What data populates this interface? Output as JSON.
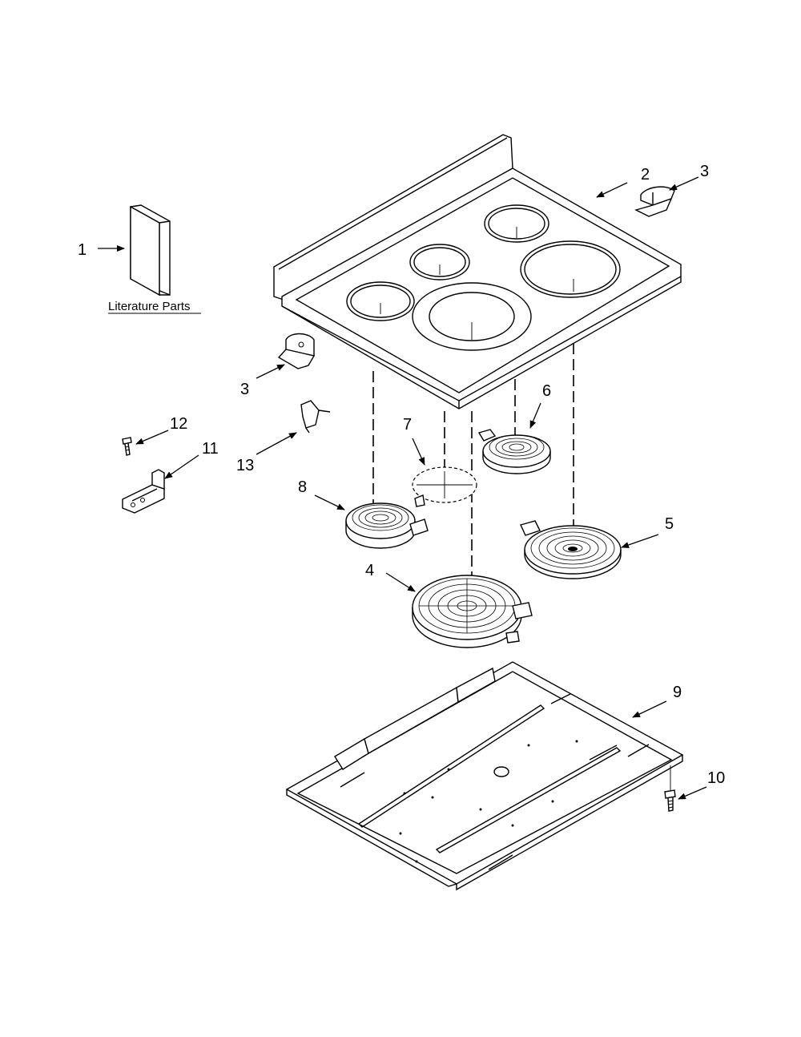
{
  "diagram": {
    "callouts": {
      "c1": "1",
      "c2": "2",
      "c3a": "3",
      "c3b": "3",
      "c4": "4",
      "c5": "5",
      "c6": "6",
      "c7": "7",
      "c8": "8",
      "c9": "9",
      "c10": "10",
      "c11": "11",
      "c12": "12",
      "c13": "13"
    },
    "literature_caption": "Literature Parts"
  }
}
